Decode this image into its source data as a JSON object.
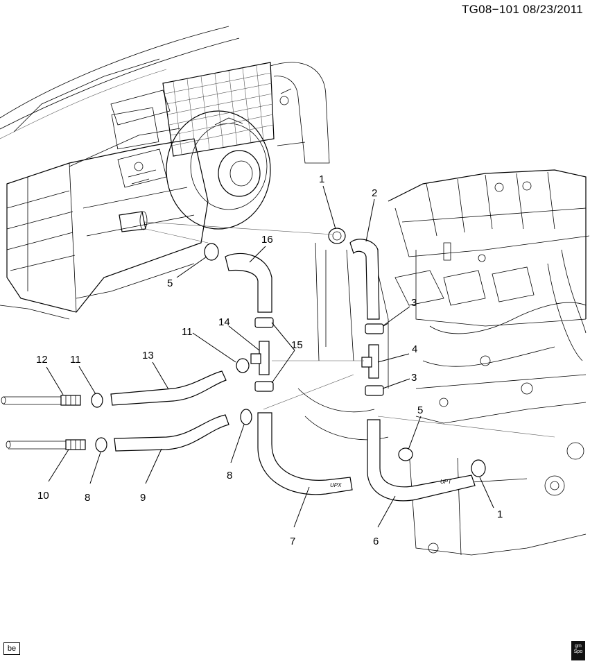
{
  "header": {
    "reference": "TG08−101  08/23/2011"
  },
  "badges": {
    "left": "be",
    "right_top": "gm",
    "right_bottom": "Spo"
  },
  "hose_marks": {
    "hose7": "UPX",
    "hose6": "UPT"
  },
  "callouts": [
    {
      "id": "c1a",
      "label": "1"
    },
    {
      "id": "c2",
      "label": "2"
    },
    {
      "id": "c16",
      "label": "16"
    },
    {
      "id": "c5a",
      "label": "5"
    },
    {
      "id": "c3a",
      "label": "3"
    },
    {
      "id": "c14",
      "label": "14"
    },
    {
      "id": "c11a",
      "label": "11"
    },
    {
      "id": "c15",
      "label": "15"
    },
    {
      "id": "c4",
      "label": "4"
    },
    {
      "id": "c12",
      "label": "12"
    },
    {
      "id": "c11b",
      "label": "11"
    },
    {
      "id": "c13",
      "label": "13"
    },
    {
      "id": "c3b",
      "label": "3"
    },
    {
      "id": "c5b",
      "label": "5"
    },
    {
      "id": "c10",
      "label": "10"
    },
    {
      "id": "c8a",
      "label": "8"
    },
    {
      "id": "c9",
      "label": "9"
    },
    {
      "id": "c8b",
      "label": "8"
    },
    {
      "id": "c7",
      "label": "7"
    },
    {
      "id": "c6",
      "label": "6"
    },
    {
      "id": "c1b",
      "label": "1"
    }
  ]
}
